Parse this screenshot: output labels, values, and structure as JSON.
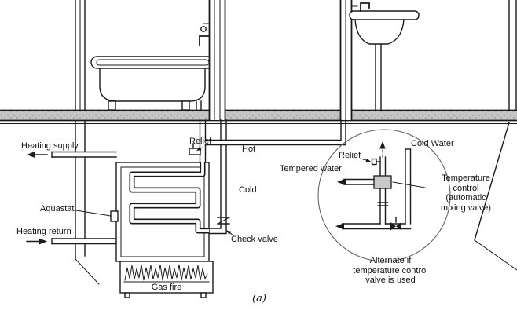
{
  "figure": {
    "caption": "(a)",
    "colors": {
      "line": "#1a1a1a",
      "floor_fill": "#c4c4c4",
      "valve_fill": "#c9c9c9",
      "background": "#ffffff"
    },
    "labels": {
      "heating_supply": "Heating supply",
      "relief_heater": "Relief",
      "hot": "Hot",
      "cold": "Cold",
      "aquastat": "Aquastat",
      "heating_return": "Heating return",
      "check_valve": "Check valve",
      "gas_fire": "Gas fire",
      "tempered_water": "Tempered water",
      "relief_valve_detail": "Relief",
      "cold_water": "Cold Water",
      "temperature_control": "Temperature\ncontrol\n(automatic\nmixing valve)",
      "alternate_note": "Alternate if\ntemperature control\nvalve is used"
    }
  }
}
